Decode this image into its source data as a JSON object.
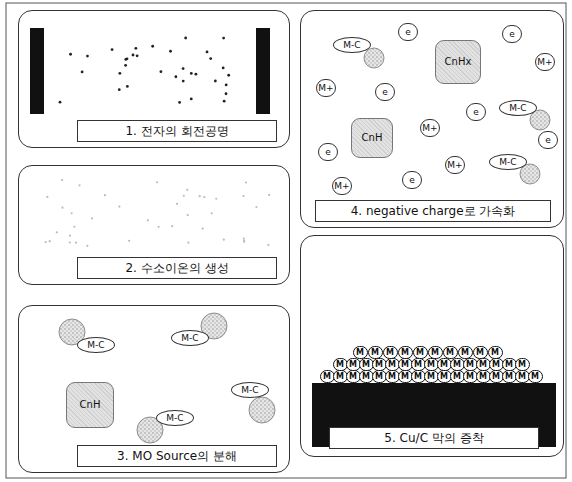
{
  "diagram": {
    "nodes": [
      {
        "text": [
          "1. 전자의 회전공명"
        ]
      },
      {
        "text": [
          "2. 수소이온의 생성"
        ]
      },
      {
        "text": [
          "3. MO Source의 분해"
        ]
      },
      {
        "text": [
          "4. negative charge로 가속화"
        ]
      },
      {
        "text": [
          "5. Cu/C 막의 증착"
        ]
      }
    ],
    "labels": [
      "M-C",
      "M-C",
      "M-C",
      "CnH",
      "M-C",
      "M-C",
      "e",
      "CnHx",
      "e",
      "M+",
      "M+",
      "e",
      "M-C",
      "e",
      "CnH",
      "M+",
      "e",
      "M+",
      "e",
      "M-C",
      "e",
      "M+",
      "M",
      "M",
      "M",
      "M",
      "M",
      "M",
      "M",
      "M",
      "M",
      "M",
      "M",
      "M",
      "M",
      "M",
      "M",
      "M",
      "M",
      "M",
      "M",
      "M",
      "M",
      "M",
      "M",
      "M",
      "M",
      "M",
      "M",
      "M",
      "M",
      "M",
      "M",
      "M",
      "M",
      "M",
      "M",
      "M",
      "M",
      "M",
      "M",
      "M",
      "M",
      "M"
    ]
  }
}
